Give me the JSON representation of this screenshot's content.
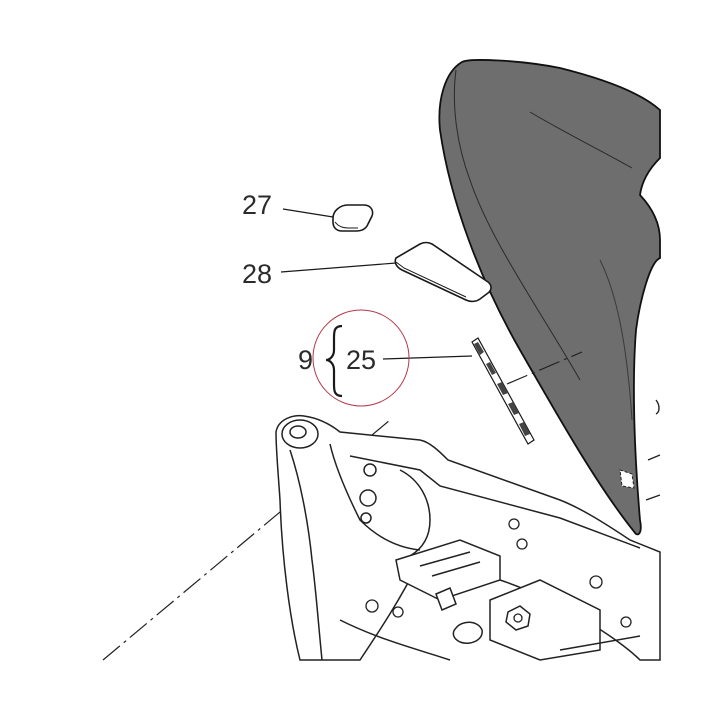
{
  "callouts": {
    "part_27": "27",
    "part_28": "28",
    "group_9": "9",
    "part_25": "25"
  },
  "colors": {
    "seat_fill": "#6e6e6e",
    "highlight_circle": "#b23a48",
    "line": "#1a1a1a"
  },
  "icons": {
    "group_brace": "brace-icon"
  }
}
